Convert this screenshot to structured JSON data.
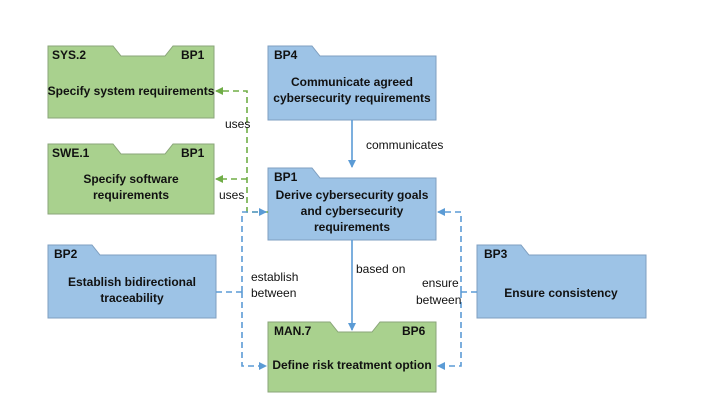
{
  "boxes": {
    "sys2": {
      "tag_left": "SYS.2",
      "tag_right": "BP1",
      "label": "Specify system requirements"
    },
    "swe1": {
      "tag_left": "SWE.1",
      "tag_right": "BP1",
      "label_line1": "Specify software",
      "label_line2": "requirements"
    },
    "bp4": {
      "tag_left": "BP4",
      "label_line1": "Communicate agreed",
      "label_line2": "cybersecurity requirements"
    },
    "bp1": {
      "tag_left": "BP1",
      "label_line1": "Derive cybersecurity goals",
      "label_line2": "and cybersecurity",
      "label_line3": "requirements"
    },
    "bp2": {
      "tag_left": "BP2",
      "label_line1": "Establish bidirectional",
      "label_line2": "traceability"
    },
    "bp3": {
      "tag_left": "BP3",
      "label": "Ensure consistency"
    },
    "man7": {
      "tag_left": "MAN.7",
      "tag_right": "BP6",
      "label": "Define risk treatment option"
    }
  },
  "edges": {
    "uses_sys": "uses",
    "uses_swe": "uses",
    "communicates": "communicates",
    "based_on": "based on",
    "establish_line1": "establish",
    "establish_line2": "between",
    "ensure_line1": "ensure",
    "ensure_line2": "between"
  },
  "colors": {
    "green_fill": "#a9d18e",
    "blue_fill": "#9dc3e6",
    "green_edge": "#70ad47",
    "blue_edge": "#5b9bd5"
  }
}
